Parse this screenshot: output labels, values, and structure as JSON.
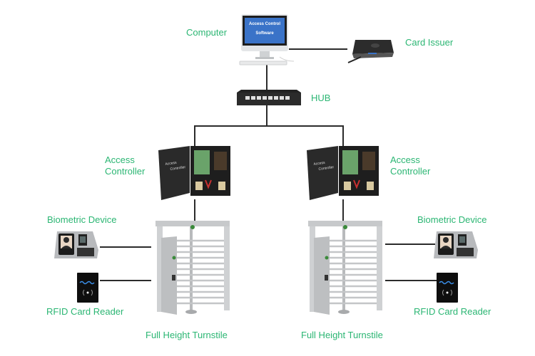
{
  "diagram": {
    "accent_color": "#2bb673",
    "line_color": "#2b2b2b",
    "nodes": {
      "computer": {
        "label": "Computer",
        "screen_line1": "Access Control",
        "screen_line2": "Software"
      },
      "card_issuer": {
        "label": "Card Issuer"
      },
      "hub": {
        "label": "HUB"
      },
      "left_controller": {
        "label_line1": "Access",
        "label_line2": "Controller",
        "door_text_line1": "Access",
        "door_text_line2": "Controller"
      },
      "right_controller": {
        "label_line1": "Access",
        "label_line2": "Controller",
        "door_text_line1": "Access",
        "door_text_line2": "Controller"
      },
      "left_biometric": {
        "label": "Biometric Device"
      },
      "right_biometric": {
        "label": "Biometric Device"
      },
      "left_rfid": {
        "label": "RFID Card Reader"
      },
      "right_rfid": {
        "label": "RFID Card Reader"
      },
      "left_turnstile": {
        "label": "Full Height Turnstile"
      },
      "right_turnstile": {
        "label": "Full Height Turnstile"
      }
    },
    "edges": [
      {
        "from": "computer",
        "to": "card_issuer"
      },
      {
        "from": "computer",
        "to": "hub"
      },
      {
        "from": "hub",
        "to": "left_controller"
      },
      {
        "from": "hub",
        "to": "right_controller"
      },
      {
        "from": "left_controller",
        "to": "left_turnstile"
      },
      {
        "from": "right_controller",
        "to": "right_turnstile"
      },
      {
        "from": "left_biometric",
        "to": "left_turnstile"
      },
      {
        "from": "left_rfid",
        "to": "left_turnstile"
      },
      {
        "from": "right_biometric",
        "to": "right_turnstile"
      },
      {
        "from": "right_rfid",
        "to": "right_turnstile"
      }
    ]
  }
}
